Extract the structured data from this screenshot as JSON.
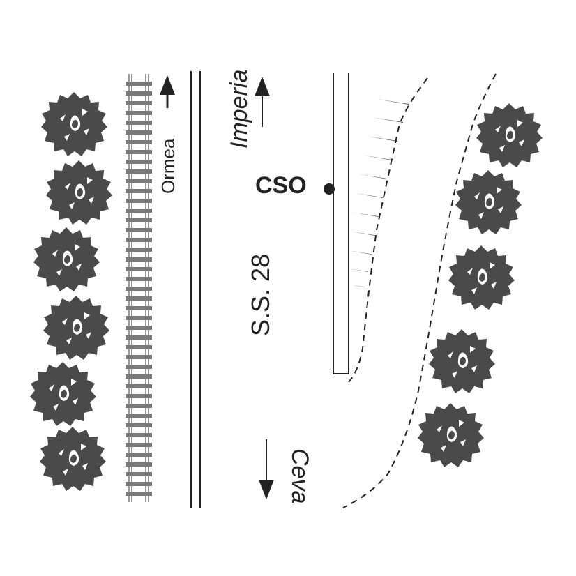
{
  "labels": {
    "ormea": "Ormea",
    "imperia": "Imperia",
    "ceva": "Ceva",
    "road": "S.S. 28",
    "station": "CSO"
  },
  "colors": {
    "ink": "#222222",
    "tree": "#4a4a4a",
    "rail": "#7a7a7a",
    "background": "#ffffff"
  },
  "icons": {
    "tree": "tree-icon",
    "station": "station-dot-icon",
    "arrow": "direction-arrow-icon"
  }
}
